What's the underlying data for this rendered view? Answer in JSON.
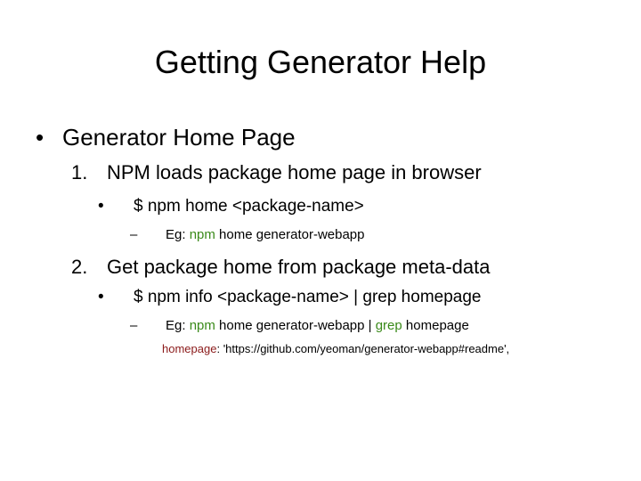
{
  "slide": {
    "title": "Getting Generator Help",
    "bullet1": {
      "marker": "•",
      "text": "Generator Home Page"
    },
    "item1": {
      "marker": "1.",
      "text": "NPM loads package home page in browser",
      "sub": {
        "marker": "•",
        "text": "$ npm home <package-name>",
        "example": {
          "marker": "–",
          "prefix": "Eg: ",
          "cmd": "npm",
          "rest": " home generator-webapp"
        }
      }
    },
    "item2": {
      "marker": "2.",
      "text": "Get package home from package meta-data",
      "sub": {
        "marker": "•",
        "text": "$ npm info <package-name> | grep homepage",
        "example": {
          "marker": "–",
          "prefix": "Eg: ",
          "cmd": "npm",
          "mid": " home generator-webapp | ",
          "grep": "grep",
          "rest": " homepage"
        },
        "output": {
          "key": "homepage",
          "sep": ": ",
          "value": "'https://github.com/yeoman/generator-webapp#readme',"
        }
      }
    }
  },
  "colors": {
    "command": "#3a8a1a",
    "key": "#8b1a1a"
  }
}
